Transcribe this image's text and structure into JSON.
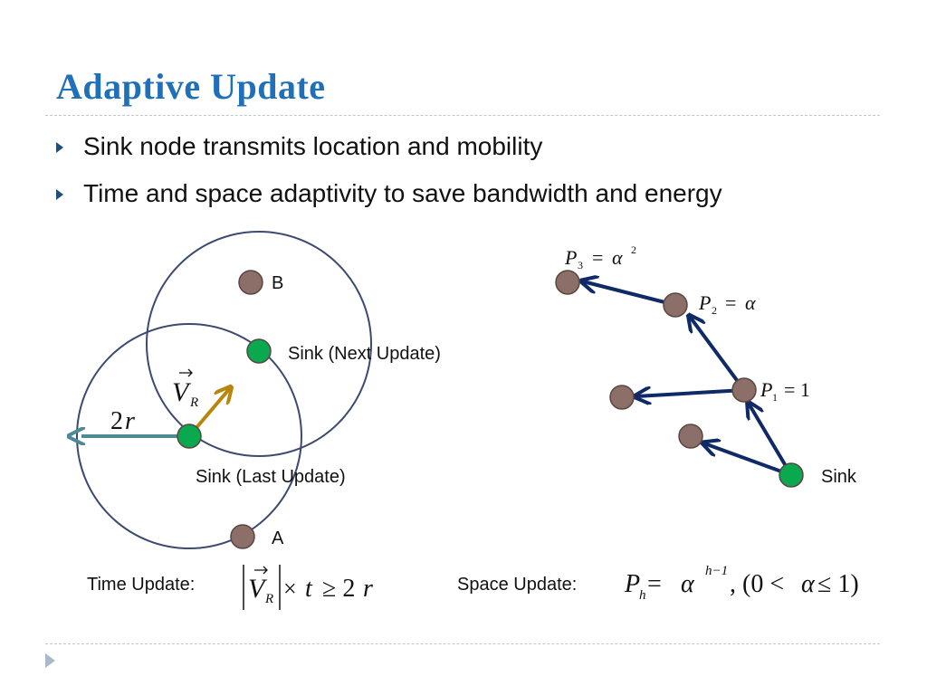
{
  "slide": {
    "title": "Adaptive Update",
    "bullets": [
      "Sink node transmits location and mobility",
      "Time and space adaptivity to save bandwidth and energy"
    ]
  },
  "left_diagram": {
    "label_b": "B",
    "label_a": "A",
    "label_next": "Sink (Next Update)",
    "label_last": "Sink (Last Update)",
    "vector_symbol": "V",
    "vector_sub": "R",
    "radius_coef": "2",
    "radius_var": "r",
    "time_update_label": "Time Update:",
    "time_formula": {
      "vec": "V",
      "sub": "R",
      "times": "×",
      "t": "t",
      "geq": "≥ 2",
      "r": "r"
    }
  },
  "right_diagram": {
    "p3": {
      "sym": "P",
      "sub": "3",
      "eq": "= ",
      "alpha": "α",
      "sup": "2"
    },
    "p2": {
      "sym": "P",
      "sub": "2",
      "eq": "= ",
      "alpha": "α"
    },
    "p1": {
      "sym": "P",
      "sub": "1",
      "eq": "= 1"
    },
    "label_sink": "Sink",
    "space_update_label": "Space Update:",
    "space_formula": {
      "sym": "P",
      "sub": "h",
      "eq": " = ",
      "alpha": "α",
      "sup": "h−1",
      "rest": ", (0 < ",
      "alpha2": "α",
      "tail": " ≤ 1)"
    }
  },
  "colors": {
    "title": "#1f6fb9",
    "circle": "#3b4a70",
    "sink_node": "#0aa84f",
    "gray_node": "#8c6f68",
    "velocity_arrow": "#b8860b",
    "radius_arrow": "#4f8a94",
    "hop_arrow": "#0f2a66"
  }
}
